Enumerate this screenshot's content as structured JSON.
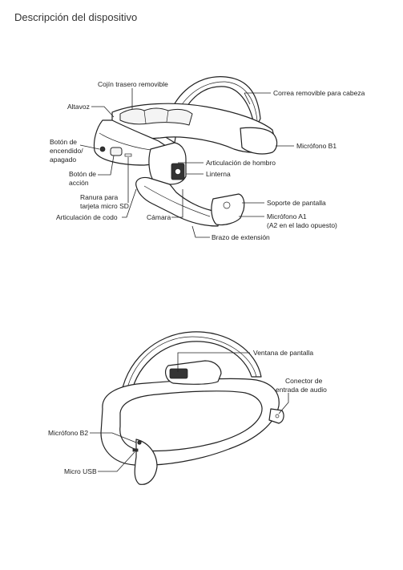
{
  "title": "Descripción del dispositivo",
  "figure1": {
    "labels": {
      "cushion": "Cojín trasero removible",
      "strap": "Correa removible para cabeza",
      "speaker": "Altavoz",
      "power_l1": "Botón de",
      "power_l2": "encendido/",
      "power_l3": "apagado",
      "mic_b1": "Micrófono B1",
      "shoulder": "Articulación de hombro",
      "action_l1": "Botón de",
      "action_l2": "acción",
      "flashlight": "Linterna",
      "sd_l1": "Ranura para",
      "sd_l2": "tarjeta micro SD",
      "display_mount": "Soporte de pantalla",
      "elbow": "Articulación de codo",
      "camera": "Cámara",
      "mic_a1_l1": "Micrófono A1",
      "mic_a1_l2": "(A2 en el lado opuesto)",
      "boom": "Brazo de extensión"
    }
  },
  "figure2": {
    "labels": {
      "display_window": "Ventana de pantalla",
      "audio_l1": "Conector de",
      "audio_l2": "entrada de audio",
      "mic_b2": "Micrófono B2",
      "micro_usb": "Micro USB"
    }
  }
}
